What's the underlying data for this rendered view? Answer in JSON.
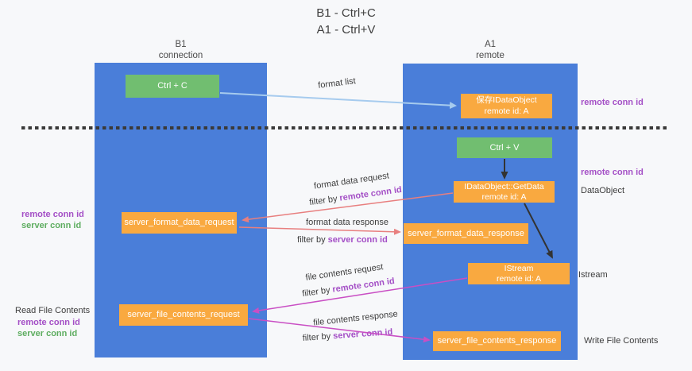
{
  "title": {
    "line1": "B1 - Ctrl+C",
    "line2": "A1 - Ctrl+V"
  },
  "lanes": {
    "left": {
      "header_line1": "B1",
      "header_line2": "connection"
    },
    "right": {
      "header_line1": "A1",
      "header_line2": "remote"
    }
  },
  "nodes": {
    "ctrl_c": {
      "label": "Ctrl + C"
    },
    "ctrl_v": {
      "label": "Ctrl + V"
    },
    "save_dataobject": {
      "line1": "保存IDataObject",
      "line2": "remote id: A"
    },
    "getdata": {
      "line1": "IDataObject::GetData",
      "line2": "remote id: A"
    },
    "istream": {
      "line1": "IStream",
      "line2": "remote id: A"
    },
    "format_request": {
      "label": "server_format_data_request"
    },
    "format_response": {
      "label": "server_format_data_response"
    },
    "file_request": {
      "label": "server_file_contents_request"
    },
    "file_response": {
      "label": "server_file_contents_response"
    }
  },
  "side_labels": {
    "right_remote_conn_top": "remote conn id",
    "right_remote_conn_mid": "remote conn id",
    "dataobject": "DataObject",
    "istream": "Istream",
    "write_file_contents": "Write File Contents",
    "left_remote_conn_1": "remote conn id",
    "left_server_conn_1": "server conn id",
    "read_file_contents": "Read File Contents",
    "left_remote_conn_2": "remote conn id",
    "left_server_conn_2": "server conn id"
  },
  "edge_labels": {
    "format_list": "format list",
    "format_data_request": "format data request",
    "format_data_response": "format data response",
    "file_contents_request": "file contents request",
    "file_contents_response": "file contents response",
    "filter_by": "filter by",
    "remote_conn_id": "remote conn id",
    "server_conn_id": "server conn id"
  },
  "colors": {
    "lane_blue": "#4a7ed9",
    "box_green": "#71be70",
    "box_orange": "#f9a940",
    "purple_text": "#a44fc6",
    "green_text": "#5ead60",
    "arrow_light_blue": "#a6cbee",
    "arrow_black": "#333333",
    "arrow_salmon": "#e87f7f",
    "arrow_magenta": "#c94fc4",
    "background": "#f7f8fa"
  }
}
